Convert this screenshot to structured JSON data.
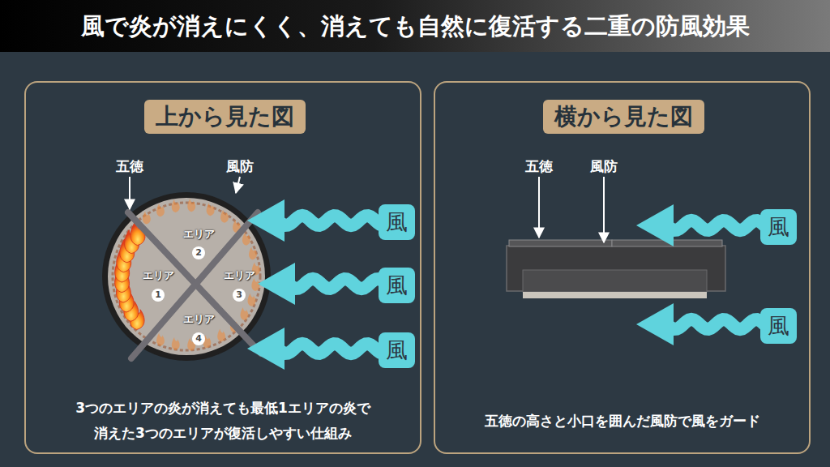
{
  "diagram": {
    "title": "風で炎が消えにくく、消えても自然に復活する二重の防風効果",
    "nodes": [
      {
        "text": [
          "3つのエリアの炎が消えても最低1エリアの炎で 消えた3つのエリアが復活しやすい仕組み"
        ]
      },
      {
        "text": [
          "上から見た図"
        ],
        "in": 0
      },
      {
        "text": [
          "風"
        ],
        "in": 0
      },
      {
        "text": [
          "風"
        ],
        "in": 0
      },
      {
        "text": [
          "風"
        ],
        "in": 0
      },
      {
        "text": [
          "五徳の高さと小口を囲んだ風防で風をガード"
        ]
      },
      {
        "text": [
          "横から見た図"
        ],
        "in": 5
      },
      {
        "text": [
          "風"
        ],
        "in": 5
      },
      {
        "text": [
          "風"
        ],
        "in": 5
      }
    ],
    "labels": [
      "五徳",
      "風防",
      "エリア",
      "2",
      "エリア",
      "1",
      "エリア",
      "3",
      "エリア",
      "4",
      "五徳",
      "風防"
    ]
  }
}
